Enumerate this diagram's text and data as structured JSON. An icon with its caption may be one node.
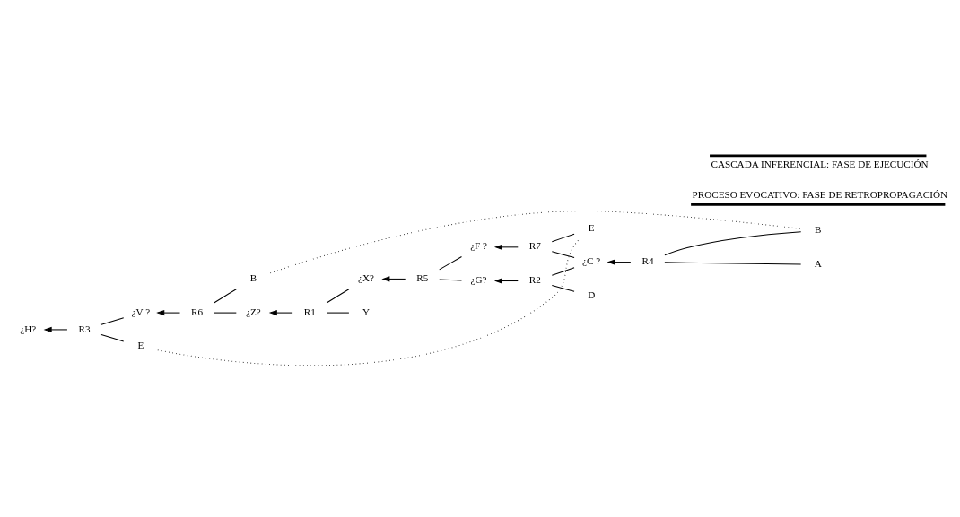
{
  "diagram": {
    "nodes": [
      {
        "text": [
          "E"
        ]
      },
      {
        "text": [
          "R3"
        ]
      },
      {
        "text": [
          "¿H?"
        ]
      },
      {
        "text": [
          "B"
        ]
      },
      {
        "text": [
          "R6"
        ]
      },
      {
        "text": [
          "¿V ?"
        ]
      },
      {
        "text": [
          "Y"
        ]
      },
      {
        "text": [
          "R1"
        ]
      },
      {
        "text": [
          "¿Z?"
        ]
      },
      {
        "text": [
          "¿F ?"
        ]
      },
      {
        "text": [
          "R7"
        ]
      },
      {
        "text": [
          "E"
        ]
      },
      {
        "text": [
          "R5"
        ]
      },
      {
        "text": [
          "¿X?"
        ]
      },
      {
        "text": [
          "¿C ?"
        ]
      },
      {
        "text": [
          "R4"
        ]
      },
      {
        "text": [
          "A"
        ]
      },
      {
        "text": [
          "R2"
        ]
      },
      {
        "text": [
          "¿G?"
        ]
      },
      {
        "text": [
          "B"
        ]
      },
      {
        "text": [
          "D"
        ]
      }
    ],
    "edges": [
      {
        "from": 1,
        "to": 2,
        "arrow": "to"
      },
      {
        "from": 0,
        "to": 1,
        "arrow": "none"
      },
      {
        "from": 5,
        "to": 1,
        "arrow": "none"
      },
      {
        "from": 4,
        "to": 5,
        "arrow": "to"
      },
      {
        "from": 3,
        "to": 4,
        "arrow": "none"
      },
      {
        "from": 8,
        "to": 4,
        "arrow": "none"
      },
      {
        "from": 7,
        "to": 8,
        "arrow": "to"
      },
      {
        "from": 6,
        "to": 7,
        "arrow": "none"
      },
      {
        "from": 13,
        "to": 7,
        "arrow": "none"
      },
      {
        "from": 12,
        "to": 13,
        "arrow": "to"
      },
      {
        "from": 9,
        "to": 12,
        "arrow": "none"
      },
      {
        "from": 18,
        "to": 12,
        "arrow": "none"
      },
      {
        "from": 10,
        "to": 9,
        "arrow": "to"
      },
      {
        "from": 11,
        "to": 10,
        "arrow": "none"
      },
      {
        "from": 14,
        "to": 10,
        "arrow": "none"
      },
      {
        "from": 17,
        "to": 18,
        "arrow": "to"
      },
      {
        "from": 14,
        "to": 17,
        "arrow": "none"
      },
      {
        "from": 20,
        "to": 17,
        "arrow": "none"
      },
      {
        "from": 15,
        "to": 14,
        "arrow": "to"
      },
      {
        "from": 16,
        "to": 15,
        "arrow": "none"
      },
      {
        "from": 19,
        "to": 15,
        "arrow": "none"
      },
      {
        "from": 0,
        "to": 11,
        "arrow": "none",
        "style": "dashed"
      },
      {
        "from": 3,
        "to": 19,
        "arrow": "none",
        "style": "dashed"
      }
    ],
    "labels": [
      "PROCESO EVOCATIVO: FASE DE RETROPROPAGACIÓN",
      "CASCADA INFERENCIAL: FASE DE EJECUCIÓN"
    ]
  }
}
